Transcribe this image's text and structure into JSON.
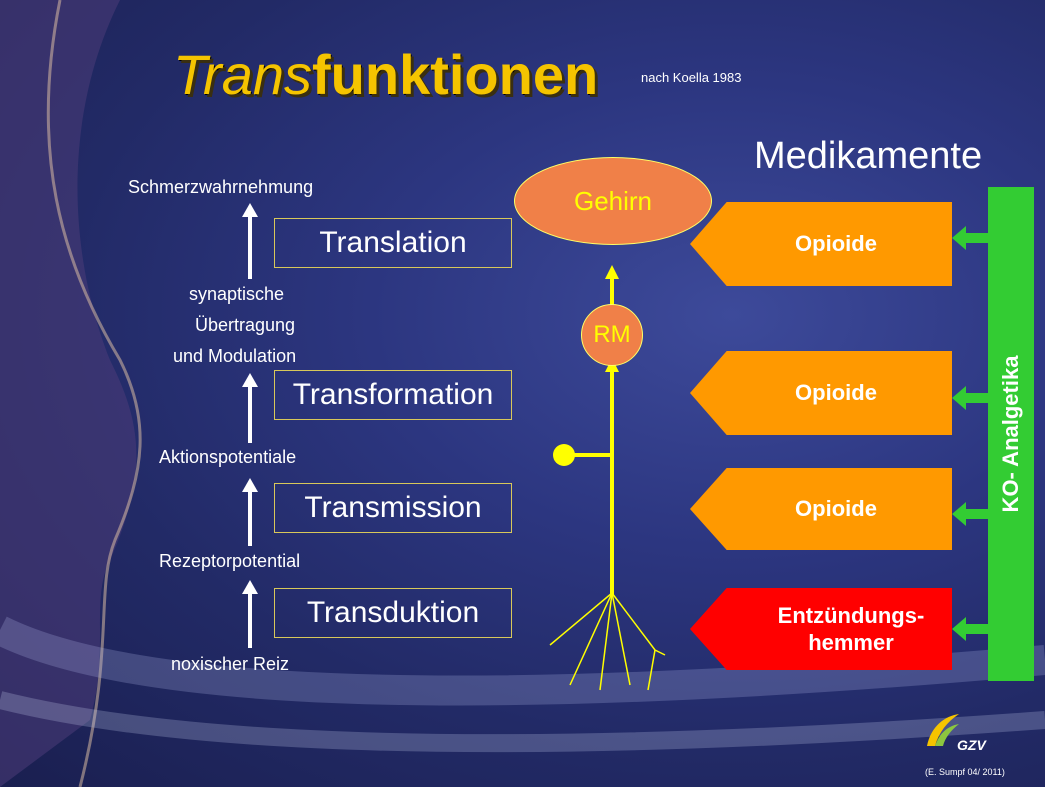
{
  "title": {
    "italic": "Trans",
    "bold": "funktionen",
    "note": "nach Koella 1983"
  },
  "left_labels": {
    "top": "Schmerzwahrnehmung",
    "synaptic_1": "synaptische",
    "synaptic_2": "Übertragung",
    "synaptic_3": "und Modulation",
    "action": "Aktionspotentiale",
    "receptor": "Rezeptorpotential",
    "bottom": "noxischer Reiz"
  },
  "boxes": [
    "Translation",
    "Transformation",
    "Transmission",
    "Transduktion"
  ],
  "neuro": {
    "brain": "Gehirn",
    "spinal": "RM"
  },
  "medikamente": {
    "title": "Medikamente",
    "drugs": [
      "Opioide",
      "Opioide",
      "Opioide"
    ],
    "inflammation_1": "Entzündungs-",
    "inflammation_2": "hemmer",
    "bar_label": "KO- Analgetika"
  },
  "logo": {
    "text": "GZV",
    "credit": "(E. Sumpf 04/ 2011)"
  },
  "colors": {
    "title": "#f5c400",
    "accent_yellow": "#ffff00",
    "orange": "#ff9900",
    "red": "#ff0000",
    "green": "#33cc33",
    "brain": "#f08048"
  }
}
